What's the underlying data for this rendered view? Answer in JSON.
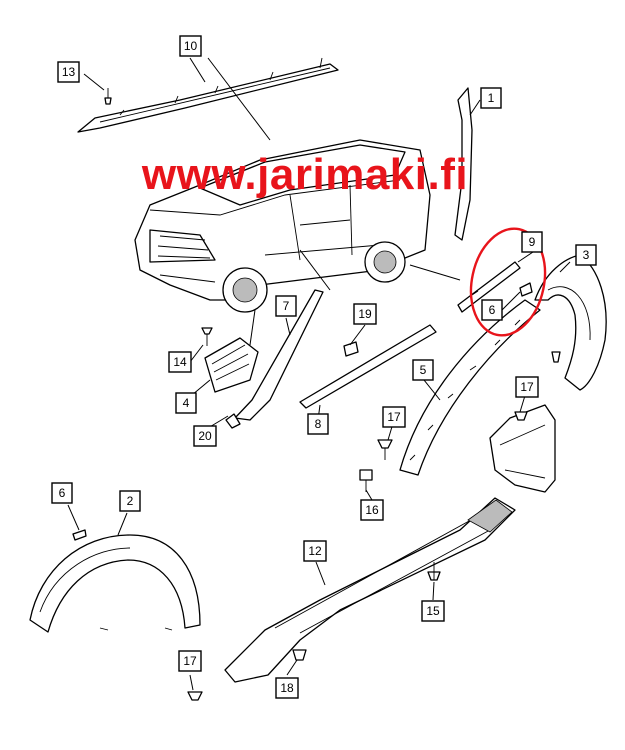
{
  "watermark": "www.jarimaki.fi",
  "highlight_color": "#e8141b",
  "callouts": [
    "1",
    "2",
    "3",
    "4",
    "5",
    "6",
    "7",
    "8",
    "9",
    "10",
    "12",
    "13",
    "14",
    "15",
    "16",
    "17",
    "18",
    "19",
    "20"
  ],
  "labels": {
    "c1": "1",
    "c2": "2",
    "c3": "3",
    "c4": "4",
    "c5": "5",
    "c6a": "6",
    "c6b": "6",
    "c7": "7",
    "c8": "8",
    "c9": "9",
    "c10": "10",
    "c12": "12",
    "c13": "13",
    "c14": "14",
    "c15": "15",
    "c16": "16",
    "c17a": "17",
    "c17b": "17",
    "c17c": "17",
    "c18": "18",
    "c19": "19",
    "c20": "20"
  }
}
